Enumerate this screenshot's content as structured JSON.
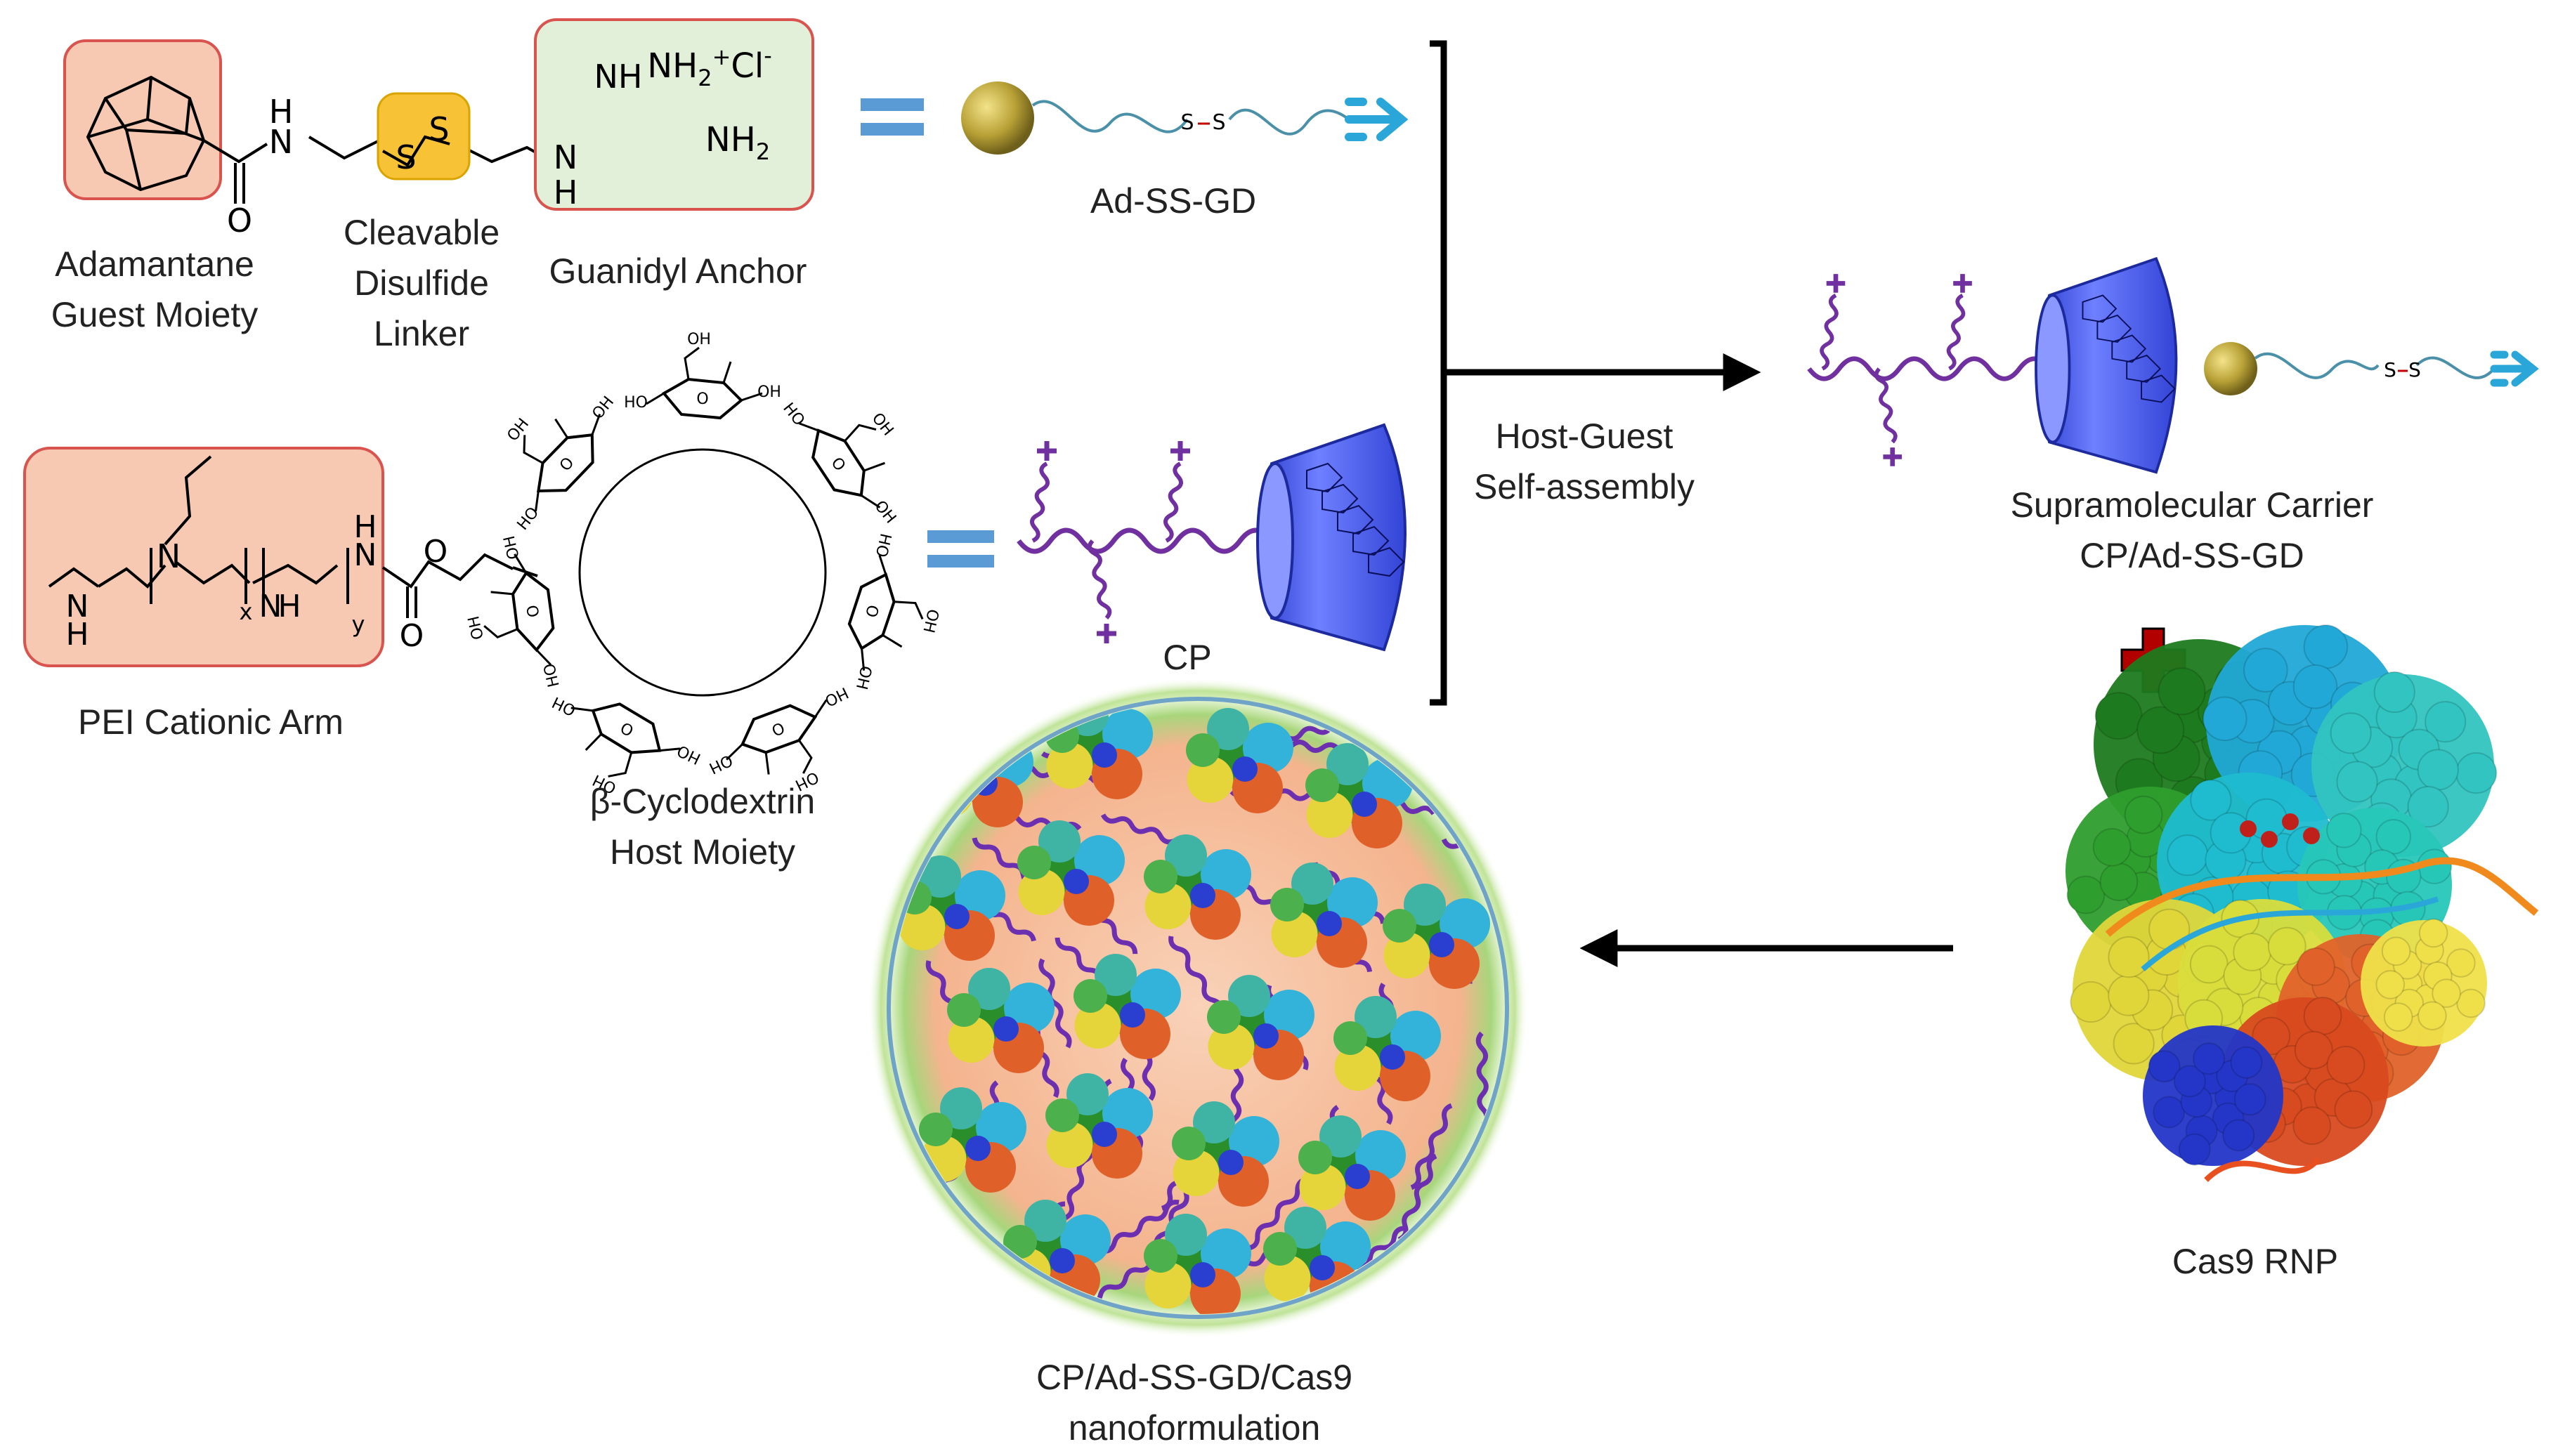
{
  "colors": {
    "peach": "#f7c9b2",
    "peach_border": "#d9534f",
    "green_box": "#e2f0d9",
    "disulfide": "#f7c236",
    "equals": "#5b9bd5",
    "chain": "#7030a0",
    "linker_wave": "#4a90a8",
    "anchor_arrow": "#2aa7d8",
    "bead": "#b8a136",
    "cd_cone": "#4a5fe8",
    "plus_red": "#b20000",
    "arrow": "#000000"
  },
  "labels": {
    "adamantane": [
      "Adamantane",
      "Guest Moiety"
    ],
    "disulfide": [
      "Cleavable",
      "Disulfide",
      "Linker"
    ],
    "guanidyl": [
      "Guanidyl Anchor"
    ],
    "ad_ss_gd": [
      "Ad-SS-GD"
    ],
    "pei": [
      "PEI Cationic Arm"
    ],
    "cyclodextrin": [
      "β-Cyclodextrin",
      "Host Moiety"
    ],
    "cp": [
      "CP"
    ],
    "host_guest": [
      "Host-Guest",
      "Self-assembly"
    ],
    "supramolecular": [
      "Supramolecular Carrier",
      "CP/Ad-SS-GD"
    ],
    "cas9": [
      "Cas9 RNP"
    ],
    "nanoformulation": [
      "CP/Ad-SS-GD/Cas9",
      "nanoformulation"
    ]
  },
  "chem": {
    "nh_amide": "N",
    "h_amide": "H",
    "o_carbonyl": "O",
    "s1": "S",
    "s2": "S",
    "nh_imine": "NH",
    "nh2_plus": "NH",
    "nh2_plus_sub": "2",
    "nh2_plus_sup": "+",
    "chloride": "Cl",
    "chloride_sup": "-",
    "nh2": "NH",
    "nh2_sub": "2",
    "nh_link": "N",
    "h_link": "H",
    "pei_nh": "N",
    "pei_h": "H",
    "pei_n": "N",
    "pei_x": "x",
    "pei_nh2": "N",
    "pei_h2": "H",
    "pei_y": "y",
    "carbamate_h": "H",
    "carbamate_n": "N",
    "carbamate_o1": "O",
    "carbamate_o2": "O",
    "chain_ss": "S",
    "chain_ss2": "S",
    "oh": "OH",
    "ho": "HO",
    "o": "O"
  }
}
